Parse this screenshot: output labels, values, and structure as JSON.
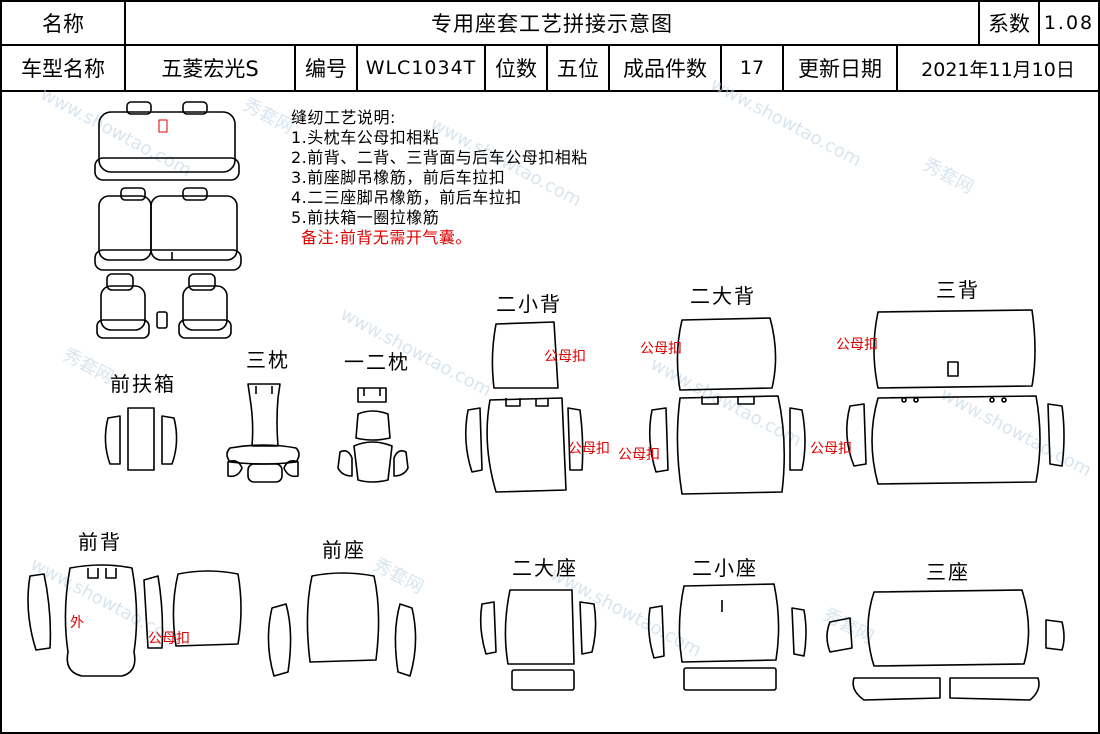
{
  "header": {
    "name_label": "名称",
    "doc_title": "专用座套工艺拼接示意图",
    "coef_label": "系数",
    "coef_value": "1.08",
    "model_label": "车型名称",
    "model_value": "五菱宏光S",
    "code_label": "编号",
    "code_value": "WLC1034T",
    "seats_label": "位数",
    "seats_value": "五位",
    "pieces_label": "成品件数",
    "pieces_value": "17",
    "date_label": "更新日期",
    "date_value": "2021年11月10日"
  },
  "notes": {
    "title": "缝纫工艺说明:",
    "items": [
      "1.头枕车公母扣相粘",
      "2.前背、二背、三背面与后车公母扣相粘",
      "3.前座脚吊橡筋，前后车拉扣",
      "4.二三座脚吊橡筋，前后车拉扣",
      "5.前扶箱一圈拉橡筋"
    ],
    "remark": "备注:前背无需开气囊。"
  },
  "labels": {
    "er_xiao_bei": "二小背",
    "er_da_bei": "二大背",
    "san_bei": "三背",
    "qian_fu_xiang": "前扶箱",
    "san_zhen": "三枕",
    "yi_er_zhen": "一二枕",
    "qian_bei": "前背",
    "qian_zuo": "前座",
    "er_da_zuo": "二大座",
    "er_xiao_zuo": "二小座",
    "san_zuo": "三座"
  },
  "annotations": {
    "gongmukou": "公母扣",
    "wai": "外"
  },
  "watermark": {
    "cn": "秀套网",
    "en": "www.showtao.com"
  },
  "colors": {
    "annotation_red": "#e00000",
    "watermark_blue": "#b9d0e4"
  }
}
